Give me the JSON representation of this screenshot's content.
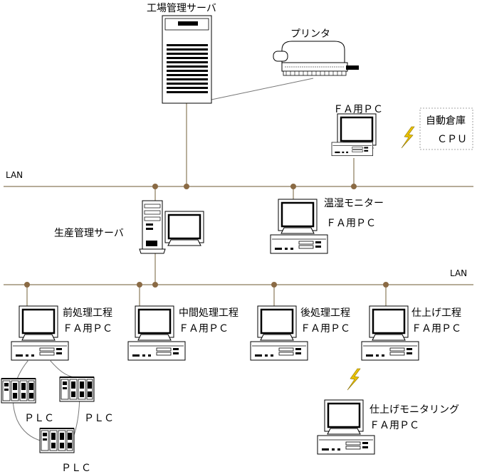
{
  "labels": {
    "factory_server": "工場管理サーバ",
    "printer": "プリンタ",
    "fa_pc_top": "ＦＡ用ＰＣ",
    "auto_warehouse_line1": "自動倉庫",
    "auto_warehouse_line2": "ＣＰＵ",
    "lan_upper": "LAN",
    "lan_lower": "LAN",
    "production_server": "生産管理サーバ",
    "humidity_monitor_line1": "温湿モニター",
    "humidity_monitor_line2": "ＦＡ用ＰＣ",
    "pre_process_line1": "前処理工程",
    "pre_process_line2": "ＦＡ用ＰＣ",
    "mid_process_line1": "中間処理工程",
    "mid_process_line2": "ＦＡ用ＰＣ",
    "post_process_line1": "後処理工程",
    "post_process_line2": "ＦＡ用ＰＣ",
    "finish_process_line1": "仕上げ工程",
    "finish_process_line2": "ＦＡ用ＰＣ",
    "finish_monitor_line1": "仕上げモニタリング",
    "finish_monitor_line2": "ＦＡ用ＰＣ",
    "plc_1": "ＰＬＣ",
    "plc_2": "ＰＬＣ",
    "plc_3": "ＰＬＣ"
  },
  "colors": {
    "lan_line": "#8a7a5a",
    "node_dot": "#8a6a44"
  }
}
